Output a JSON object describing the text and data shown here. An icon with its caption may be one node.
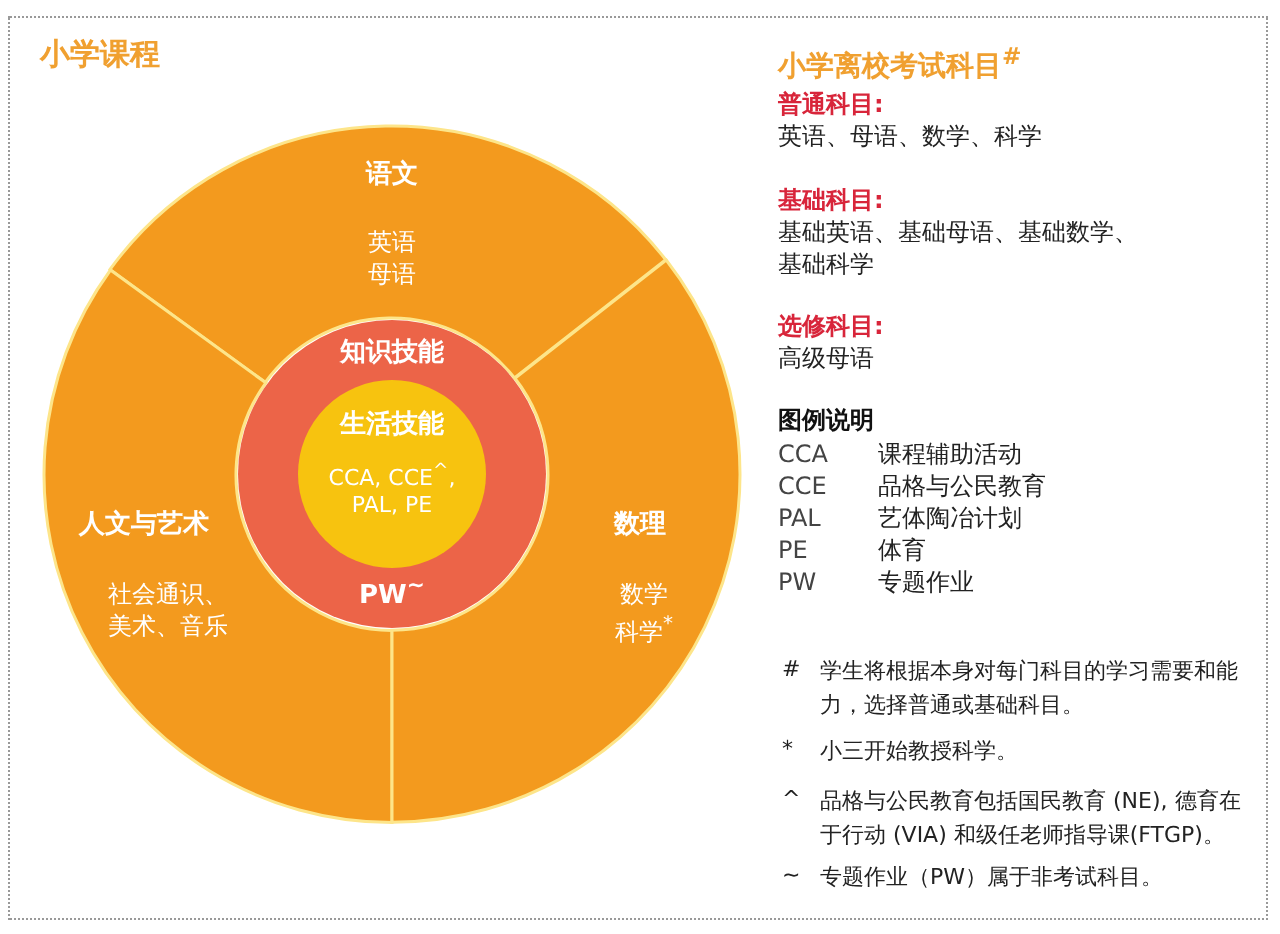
{
  "diagram": {
    "title": "小学课程",
    "nodes": [
      {
        "text": [
          "语文",
          "英语母语"
        ]
      },
      {
        "text": [
          "人文与艺术",
          "社会通识、美术、音乐"
        ]
      },
      {
        "text": [
          "数理",
          "数学科学$^{*}$"
        ]
      },
      {
        "text": [
          "知识技能",
          "PW$^{~}$"
        ]
      },
      {
        "text": [
          "生活技能",
          "CCA, CCE$^{^}$, PAL, PE"
        ],
        "in": 3
      }
    ],
    "edges": [],
    "labels": [
      "小学离校考试科目$^{#}$",
      "普通科目:",
      "英语、母语、数学、科学",
      "基础科目:",
      "基础英语、基础母语、基础数学、基础科学",
      "选修科目:",
      "高级母语",
      "图例说明",
      "CCA",
      "课程辅助活动",
      "CCE",
      "品格与公民教育",
      "PAL",
      "艺体陶冶计划",
      "PE",
      "体育",
      "PW",
      "专题作业",
      "#",
      "学生将根据本身对每门科目的学习需要和能力，选择普通或基础科目。",
      "*",
      "小三开始教授科学。",
      "^",
      "品格与公民教育包括国民教育 (NE), 德育在于行动 (VIA) 和级任老师指导课(FTGP)。",
      "~",
      "专题作业（PW）属于非考试科目。"
    ]
  }
}
